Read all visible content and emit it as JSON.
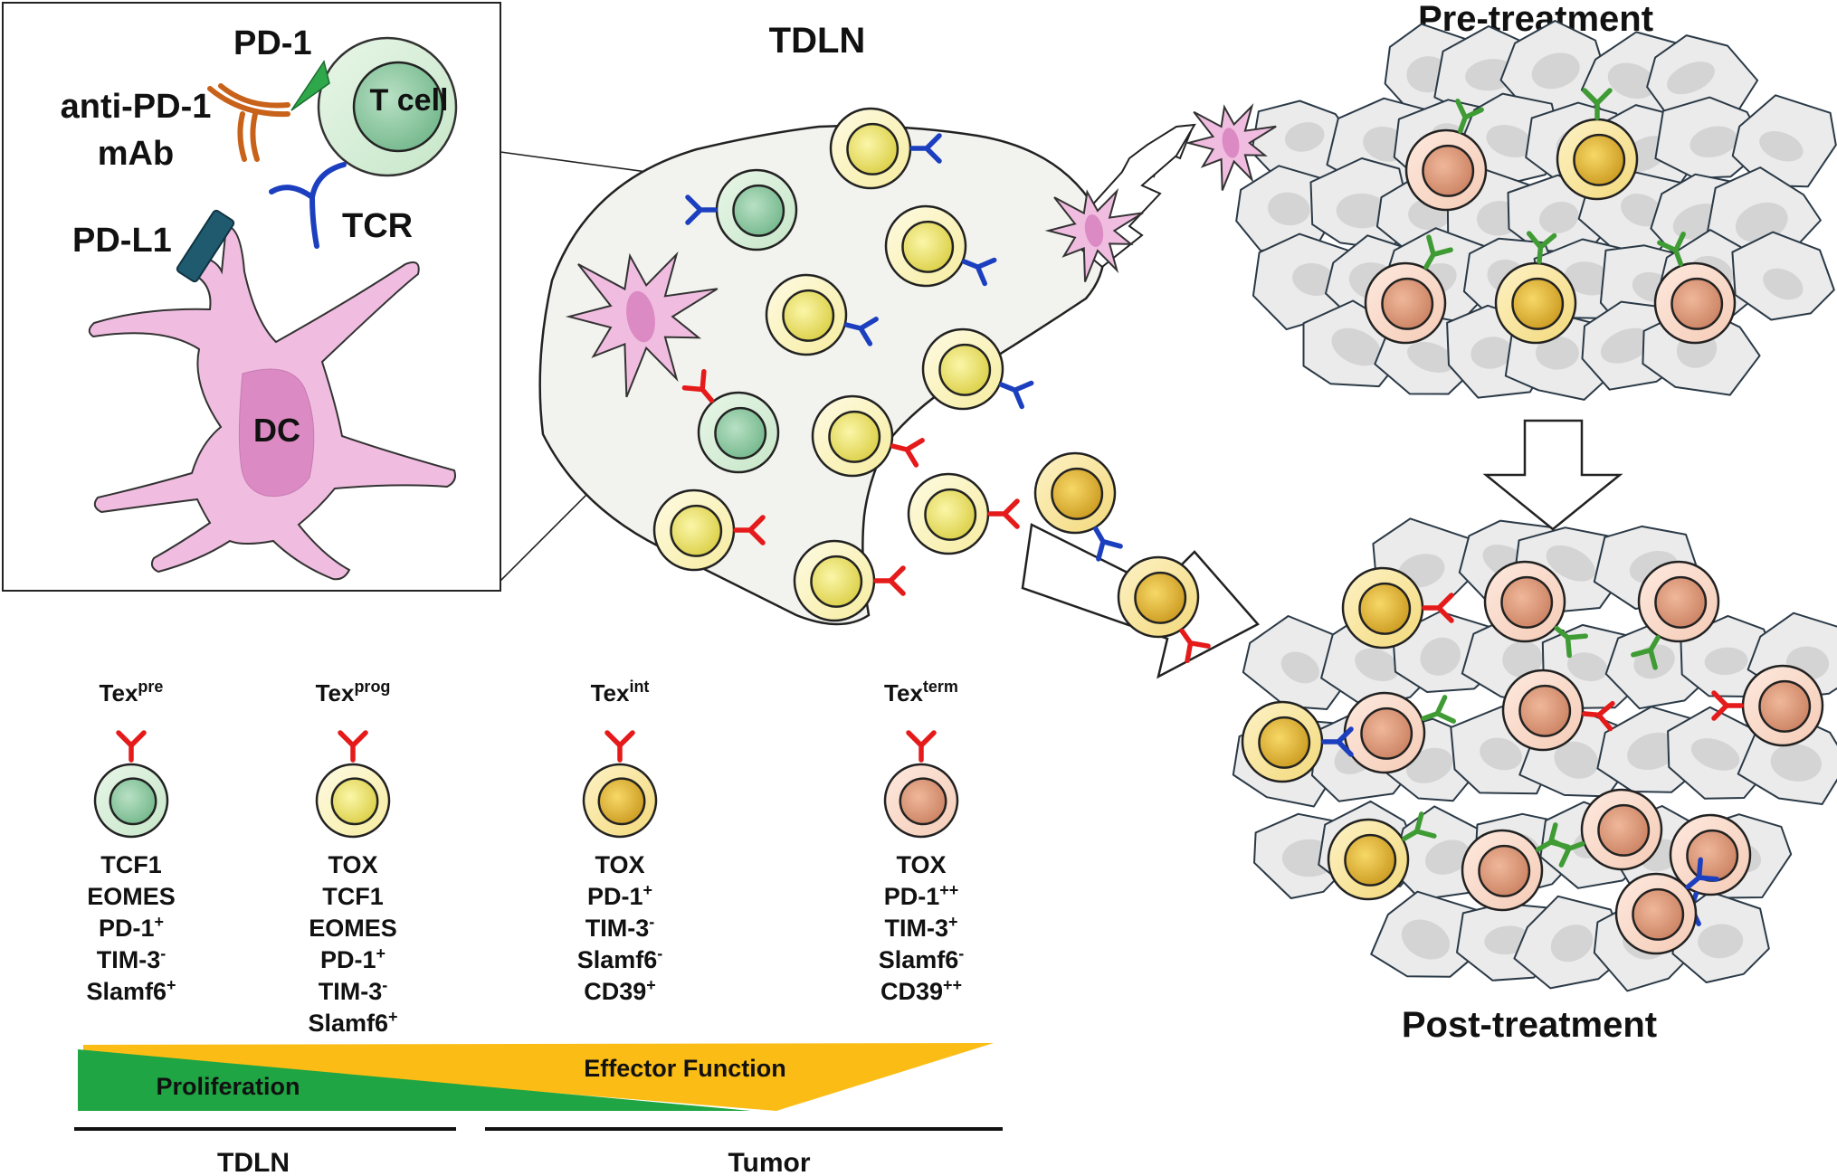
{
  "inset": {
    "pd1": "PD-1",
    "anti_pd1_line1": "anti-PD-1",
    "anti_pd1_line2": "mAb",
    "t_cell": "T cell",
    "tcr": "TCR",
    "pdl1": "PD-L1",
    "dc": "DC"
  },
  "headers": {
    "tdln": "TDLN",
    "pre_treatment": "Pre-treatment",
    "post_treatment": "Post-treatment"
  },
  "subsets": [
    {
      "base": "Tex",
      "sup": "pre",
      "markers": [
        "TCF1",
        "EOMES",
        "PD-1",
        "TIM-3",
        "Slamf6"
      ],
      "marker_sups": [
        "",
        "",
        "+",
        "-",
        "+"
      ]
    },
    {
      "base": "Tex",
      "sup": "prog",
      "markers": [
        "TOX",
        "TCF1",
        "EOMES",
        "PD-1",
        "TIM-3",
        "Slamf6"
      ],
      "marker_sups": [
        "",
        "",
        "",
        "+",
        "-",
        "+"
      ]
    },
    {
      "base": "Tex",
      "sup": "int",
      "markers": [
        "TOX",
        "PD-1",
        "TIM-3",
        "Slamf6",
        "CD39"
      ],
      "marker_sups": [
        "",
        "+",
        "-",
        "-",
        "+"
      ]
    },
    {
      "base": "Tex",
      "sup": "term",
      "markers": [
        "TOX",
        "PD-1",
        "TIM-3",
        "Slamf6",
        "CD39"
      ],
      "marker_sups": [
        "",
        "++",
        "+",
        "-",
        "++"
      ]
    }
  ],
  "gradient": {
    "proliferation": "Proliferation",
    "effector_function": "Effector Function"
  },
  "locations": {
    "tdln": "TDLN",
    "tumor": "Tumor"
  },
  "colors": {
    "cell_green": "#d2ecd2",
    "cell_light_yellow": "#fbf3b8",
    "cell_gold": "#f5cf55",
    "cell_peach": "#f8d4c4",
    "dc_pink": "#f0bde0",
    "tcr_blue": "#1c3fbf",
    "pd1_red": "#e51a1a",
    "ab_orange": "#c8621a",
    "green_receptor": "#3f9b34",
    "pdl1_teal": "#1f5a6e",
    "bar_green": "#1fa543",
    "bar_yellow": "#fbbd15",
    "lymph_node": "#f2f3ee",
    "tumor_cell": "#ebebeb"
  }
}
